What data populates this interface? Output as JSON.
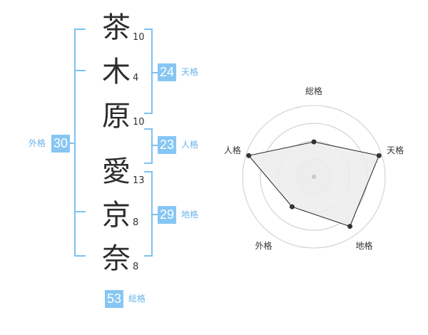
{
  "name": {
    "surname": [
      {
        "char": "茶",
        "strokes": "10"
      },
      {
        "char": "木",
        "strokes": "4"
      },
      {
        "char": "原",
        "strokes": "10"
      }
    ],
    "given": [
      {
        "char": "愛",
        "strokes": "13"
      },
      {
        "char": "京",
        "strokes": "8"
      },
      {
        "char": "奈",
        "strokes": "8"
      }
    ]
  },
  "fortunes": {
    "tenkaku": {
      "label": "天格",
      "value": "24"
    },
    "jinkaku": {
      "label": "人格",
      "value": "23"
    },
    "chikaku": {
      "label": "地格",
      "value": "29"
    },
    "gaikaku": {
      "label": "外格",
      "value": "30"
    },
    "soukaku": {
      "label": "総格",
      "value": "53"
    }
  },
  "chart_data": {
    "type": "radar",
    "axes": [
      "総格",
      "天格",
      "地格",
      "外格",
      "人格"
    ],
    "values": [
      0.49,
      0.96,
      0.86,
      0.52,
      0.96
    ],
    "max": 1,
    "rings": 4,
    "colors": {
      "fill": "#ececec",
      "stroke": "#222222",
      "point": "#333333",
      "ring": "#cccccc"
    }
  }
}
